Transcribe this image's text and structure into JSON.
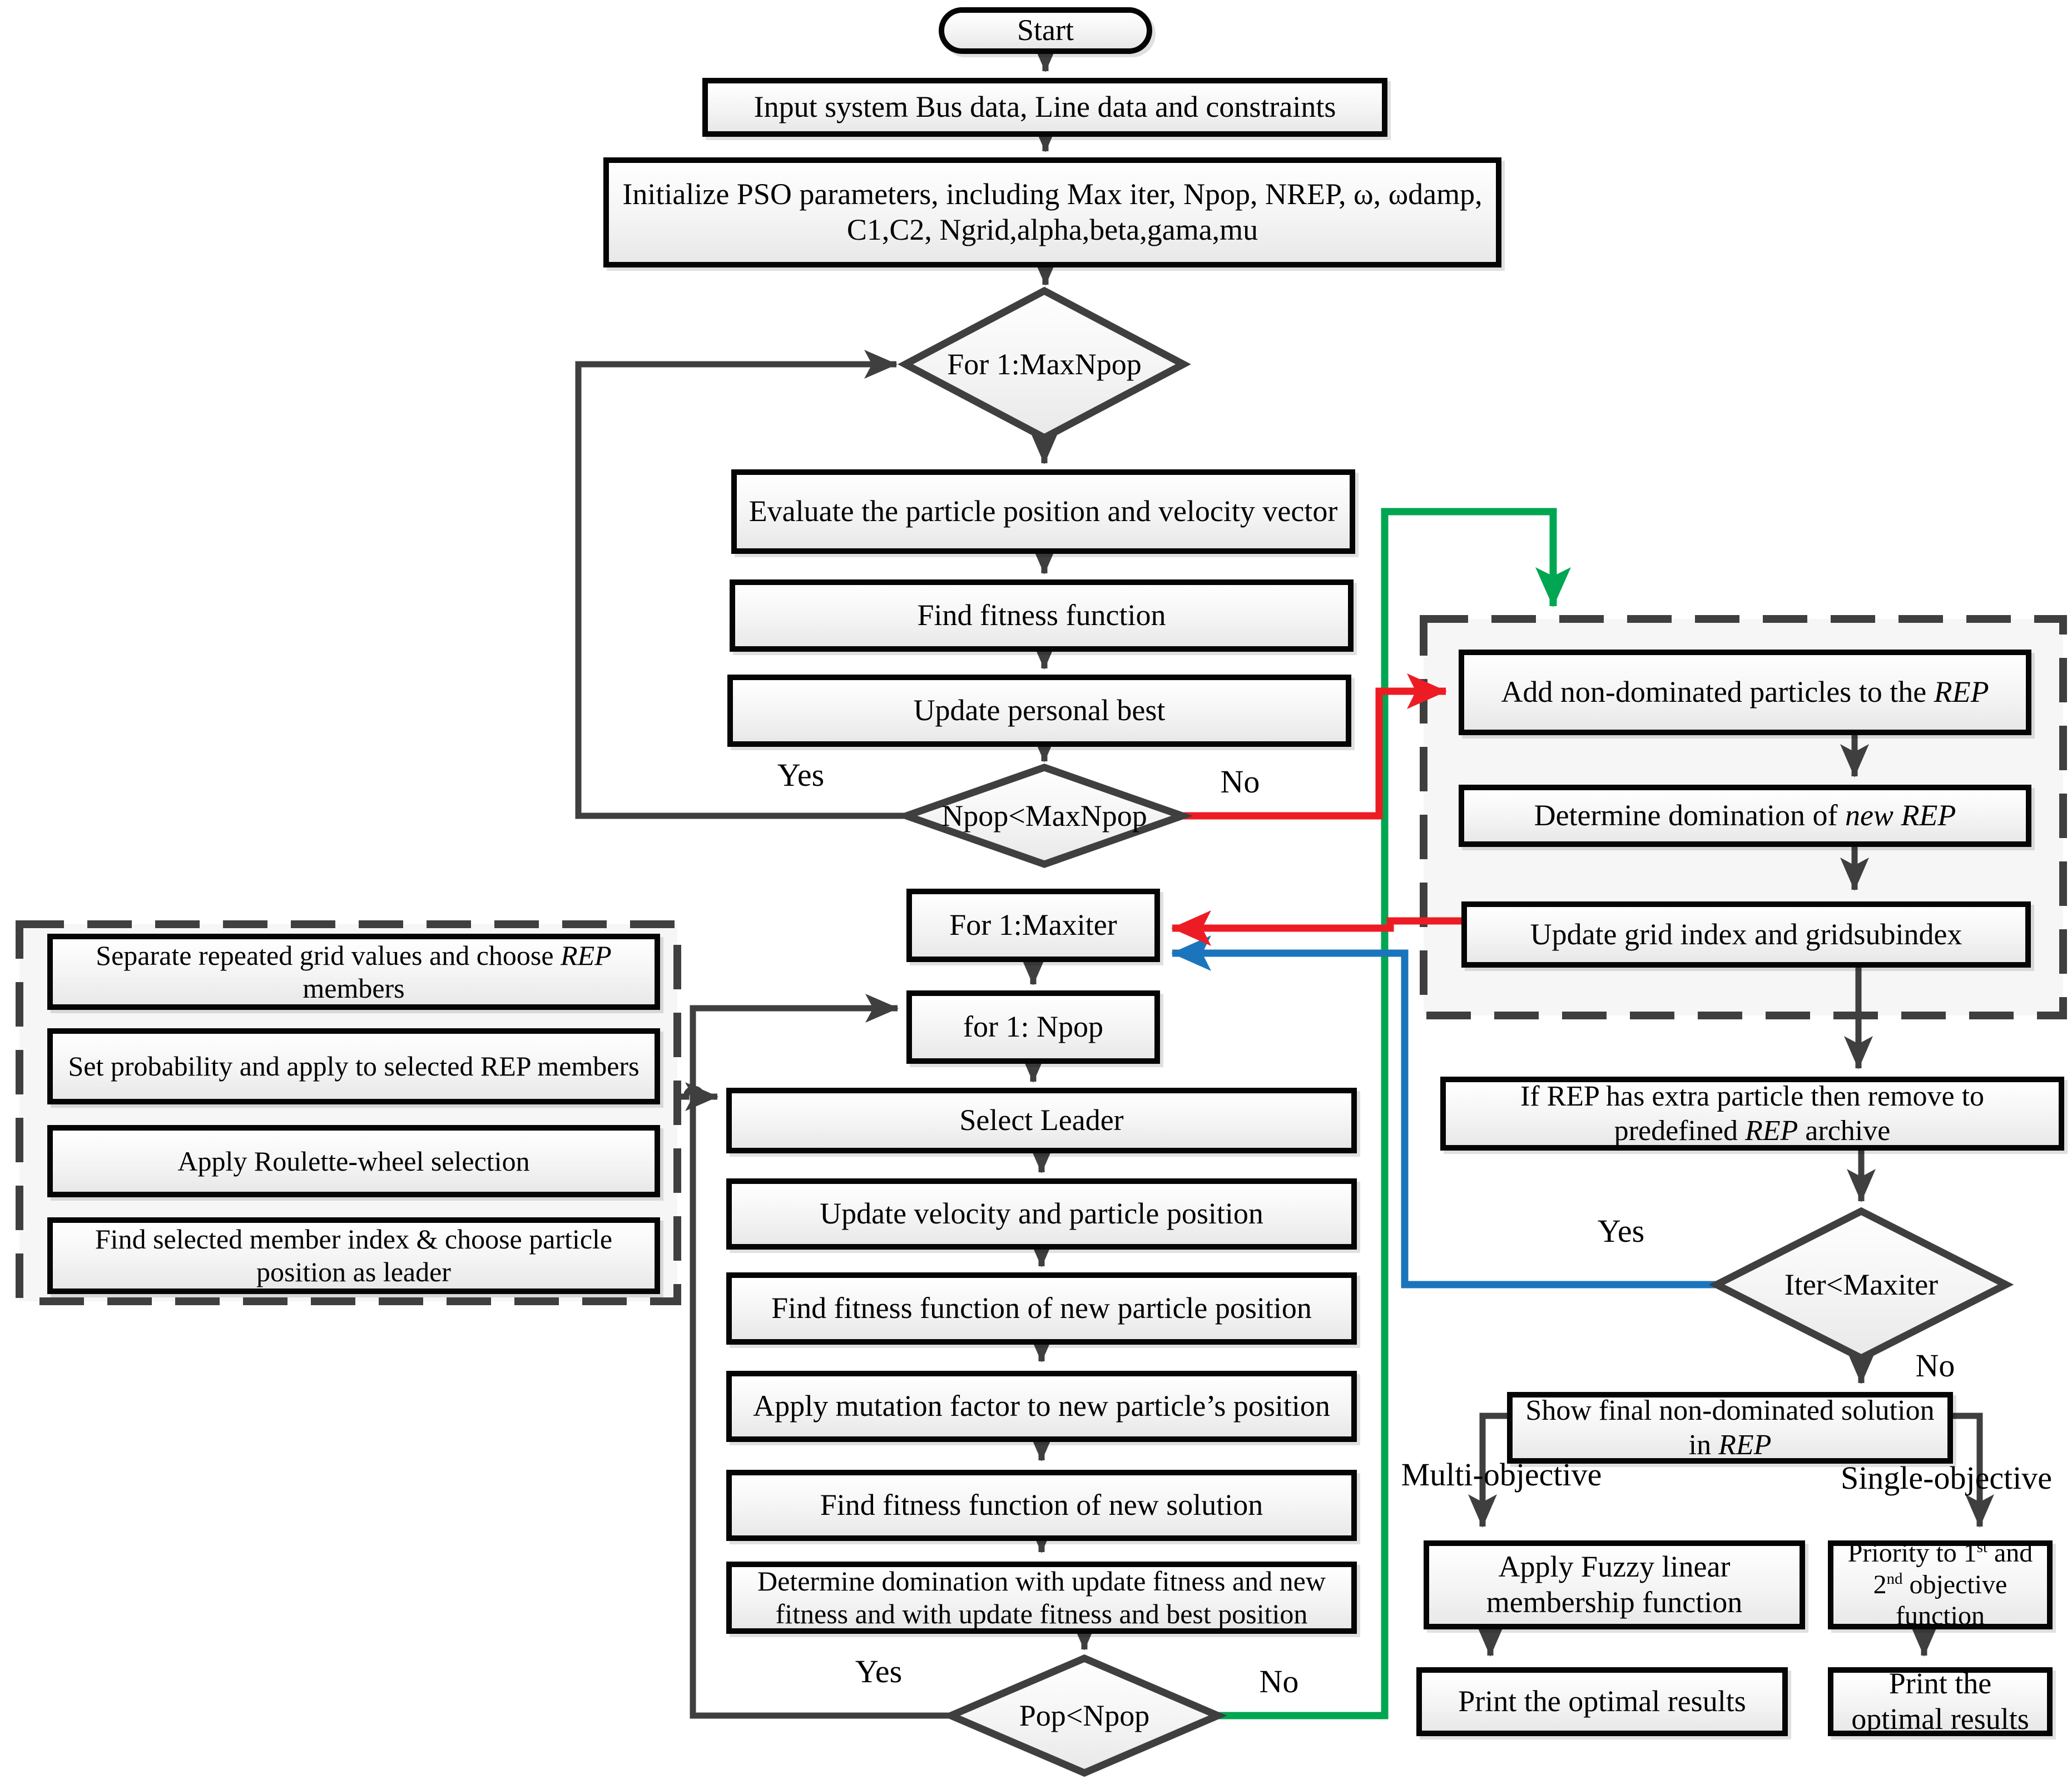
{
  "title": "MOPSO algorithm flowchart",
  "colors": {
    "wire": "#3f3f3f",
    "red": "#ed1c24",
    "green": "#00a651",
    "blue": "#1b75bc"
  },
  "nodes": {
    "start": {
      "label": "Start"
    },
    "input": {
      "label": "Input system Bus data, Line data and constraints"
    },
    "init": {
      "label": "Initialize PSO parameters, including Max iter, Npop, NREP, ω, ωdamp, C1,C2, Ngrid,alpha,beta,gama,mu"
    },
    "for_maxnpop": {
      "label": "For 1:MaxNpop"
    },
    "evaluate": {
      "label": "Evaluate the particle position and velocity vector"
    },
    "find_fitness": {
      "label": "Find fitness function"
    },
    "update_pbest": {
      "label": "Update personal best"
    },
    "npop_check": {
      "label": "Npop<MaxNpop",
      "yes": "Yes",
      "no": "No"
    },
    "for_maxiter": {
      "label": "For 1:Maxiter"
    },
    "for_npop": {
      "label": "for 1: Npop"
    },
    "select_leader": {
      "label": "Select Leader"
    },
    "update_velocity": {
      "label": "Update velocity and particle position"
    },
    "fitness_new_particle": {
      "label": "Find fitness function of new particle position"
    },
    "mutation": {
      "label": "Apply mutation factor to new particle’s position"
    },
    "fitness_new_solution": {
      "label": "Find fitness function of new solution"
    },
    "determine_domination": {
      "label": "Determine domination with update fitness and new fitness and with update fitness and best position"
    },
    "pop_check": {
      "label": "Pop<Npop",
      "yes": "Yes",
      "no": "No"
    },
    "add_rep": {
      "pre": "Add non-dominated particles to the ",
      "em": "REP"
    },
    "determine_new_rep": {
      "pre": "Determine domination of ",
      "em": "new REP"
    },
    "update_grid": {
      "label": "Update grid index and gridsubindex"
    },
    "if_rep": {
      "pre": "If REP has extra particle then remove to predefined ",
      "em": "REP",
      "post": " archive"
    },
    "iter_check": {
      "label": "Iter<Maxiter",
      "yes": "Yes",
      "no": "No"
    },
    "show_final": {
      "pre": "Show final non-dominated solution in ",
      "em": "REP"
    },
    "multi_label": "Multi-objective",
    "single_label": "Single-objective",
    "fuzzy": {
      "label": "Apply Fuzzy linear membership function"
    },
    "priority": {
      "p1": "Priority to 1",
      "sup1": "st",
      "p2": " and 2",
      "sup2": "nd",
      "p3": " objective function"
    },
    "print_left": {
      "label": "Print the optimal results"
    },
    "print_right": {
      "label": "Print the optimal results"
    },
    "separate": {
      "pre": "Separate repeated grid values and choose ",
      "em": "REP",
      "post": " members"
    },
    "set_prob": {
      "label": "Set probability and apply to selected REP members"
    },
    "roulette": {
      "label": "Apply Roulette-wheel selection"
    },
    "find_member": {
      "label": "Find selected member index & choose particle position as leader"
    }
  }
}
